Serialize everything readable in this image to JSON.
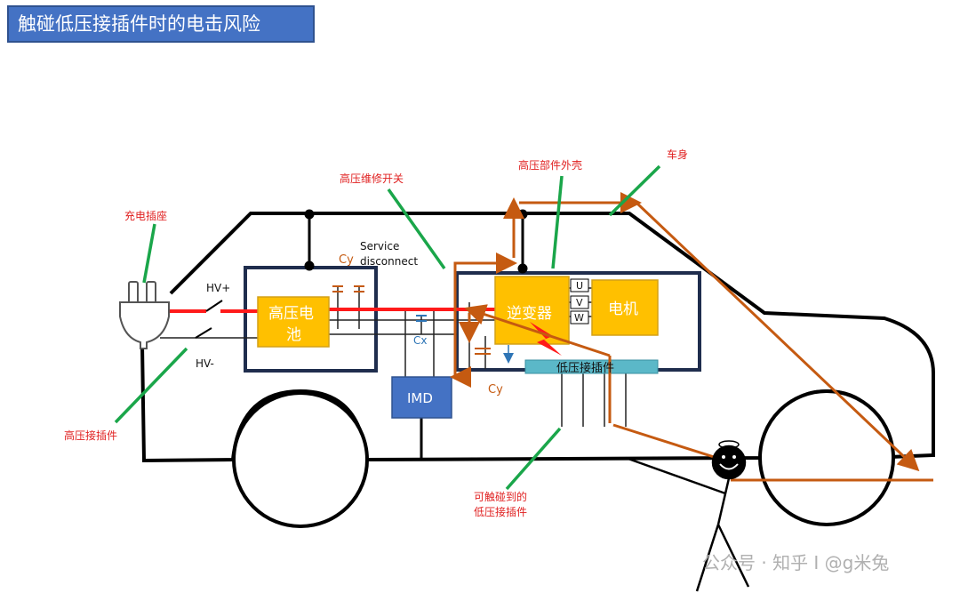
{
  "title": "触碰低压接插件时的电击风险",
  "labels": {
    "charging_port": "充电插座",
    "hv_connector": "高压接插件",
    "service_switch": "高压维修开关",
    "hv_housing": "高压部件外壳",
    "car_body": "车身",
    "touchable_lv_line1": "可触碰到的",
    "touchable_lv_line2": "低压接插件",
    "service_disconnect_line1": "Service",
    "service_disconnect_line2": "disconnect",
    "hv_plus": "HV+",
    "hv_minus": "HV-",
    "cy_top": "Cy",
    "cy_bottom": "Cy",
    "cx": "Cx"
  },
  "components": {
    "battery_line1": "高压电",
    "battery_line2": "池",
    "inverter": "逆变器",
    "motor": "电机",
    "imd": "IMD",
    "lv_connector": "低压接插件",
    "phase_u": "U",
    "phase_v": "V",
    "phase_w": "W"
  },
  "watermark": "公众号 · 知乎 I @g米兔",
  "colors": {
    "title_bg": "#4472c4",
    "component_fill": "#ffc000",
    "component_border": "#d4a017",
    "imd_fill": "#4472c4",
    "lv_connector_fill": "#5bb8c8",
    "hv_line": "#ff1a1a",
    "leakage_path": "#c55a11",
    "pointer": "#1aa64a",
    "label_red": "#e02020",
    "frame": "#1f2d4d"
  }
}
